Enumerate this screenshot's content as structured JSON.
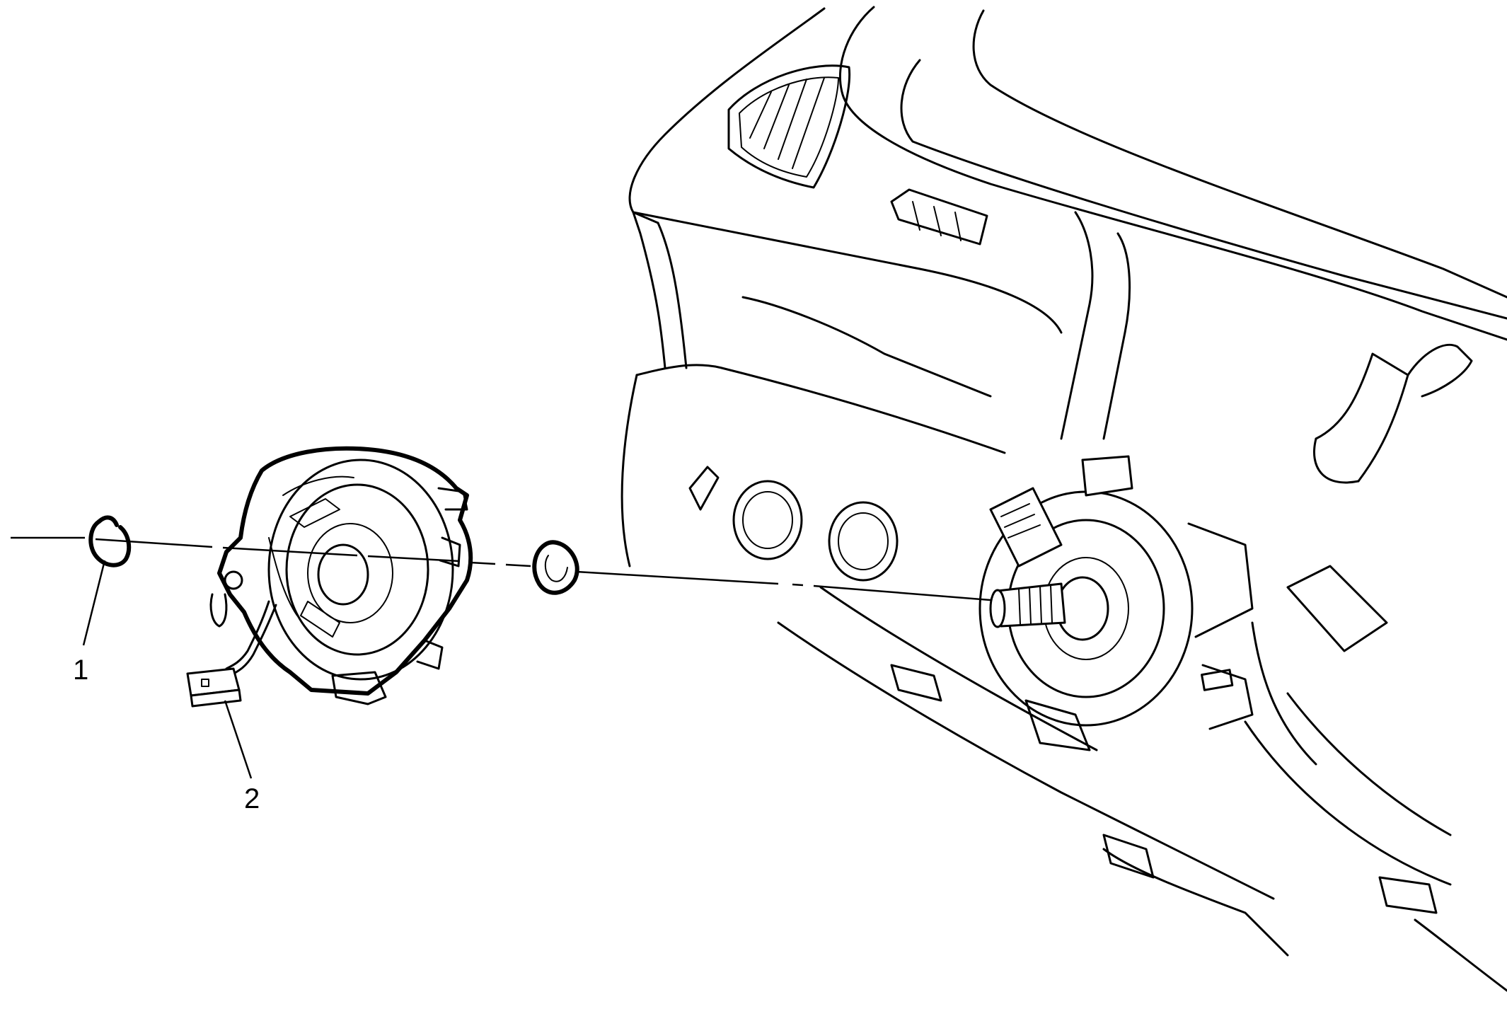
{
  "callouts": [
    {
      "number": "1",
      "part": "retainer-ring"
    },
    {
      "number": "2",
      "part": "clockspring-connector"
    }
  ],
  "colors": {
    "line": "#000000",
    "background": "#ffffff"
  }
}
